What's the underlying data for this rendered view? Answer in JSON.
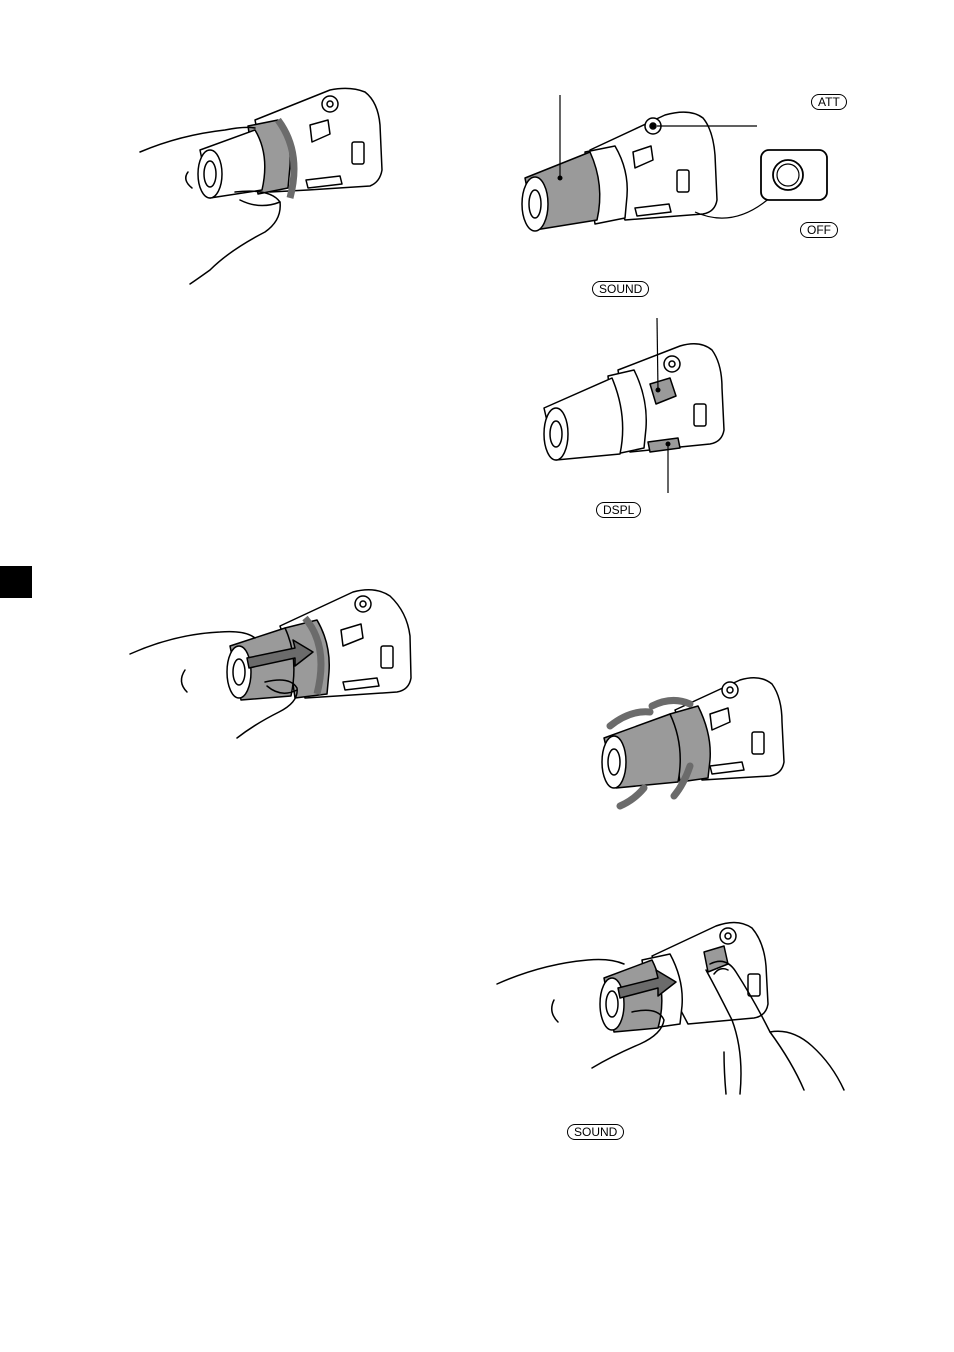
{
  "labels": {
    "att": "ATT",
    "off": "OFF",
    "sound_top": "SOUND",
    "dspl": "DSPL",
    "sound_bottom": "SOUND"
  },
  "colors": {
    "page_tab": "#000000",
    "highlight": "#9a9a9a",
    "line": "#000000"
  }
}
